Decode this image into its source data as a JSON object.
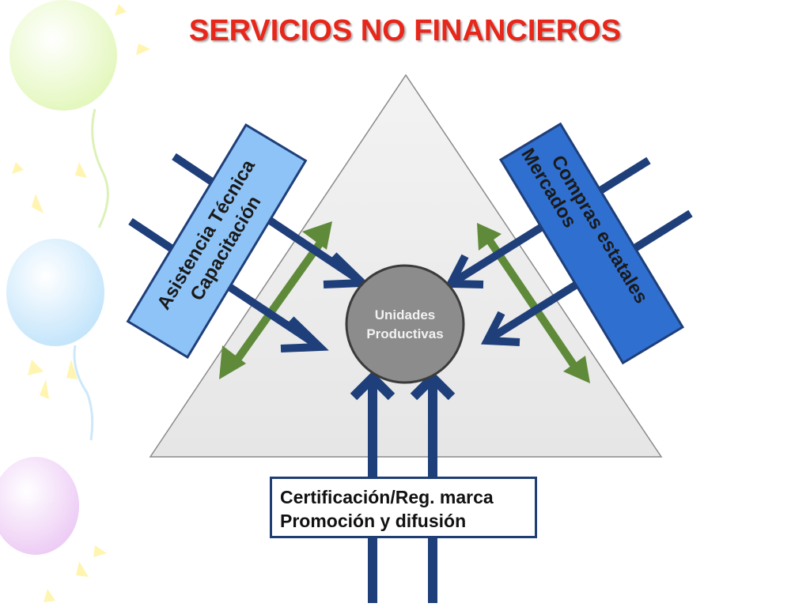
{
  "title": "SERVICIOS NO FINANCIEROS",
  "center": {
    "line1": "Unidades",
    "line2": "Productivas"
  },
  "left_box": {
    "line1": "Asistencia Técnica",
    "line2": "Capacitación"
  },
  "right_box": {
    "line1": "Compras estatales",
    "line2": "Mercados"
  },
  "bottom_box": {
    "line1": "Certificación/Reg. marca",
    "line2": "Promoción y difusión"
  },
  "colors": {
    "title": "#e8261a",
    "arrow_blue": "#1f3f7a",
    "arrow_green": "#5f8a3a",
    "left_box": "#8ec3f7",
    "right_box": "#2f6fd0",
    "center_circle": "#8c8c8c",
    "triangle": "#ececec"
  },
  "decoration": [
    "balloon-yellow",
    "balloon-blue",
    "balloon-purple"
  ]
}
